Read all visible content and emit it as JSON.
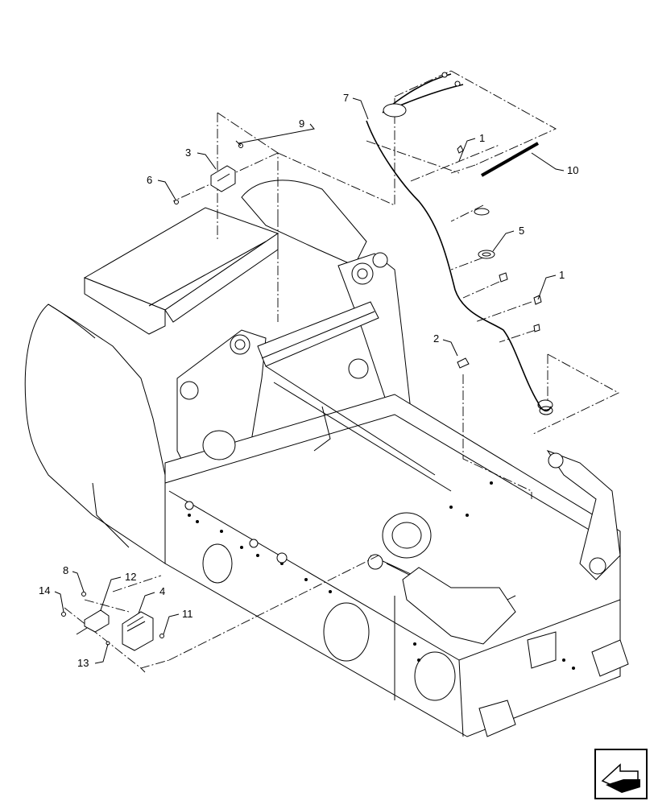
{
  "diagram": {
    "callouts": [
      "1",
      "1",
      "2",
      "3",
      "4",
      "5",
      "6",
      "7",
      "8",
      "9",
      "10",
      "11",
      "12",
      "13",
      "14"
    ],
    "nav_icon": "next-page-arrow-icon"
  }
}
